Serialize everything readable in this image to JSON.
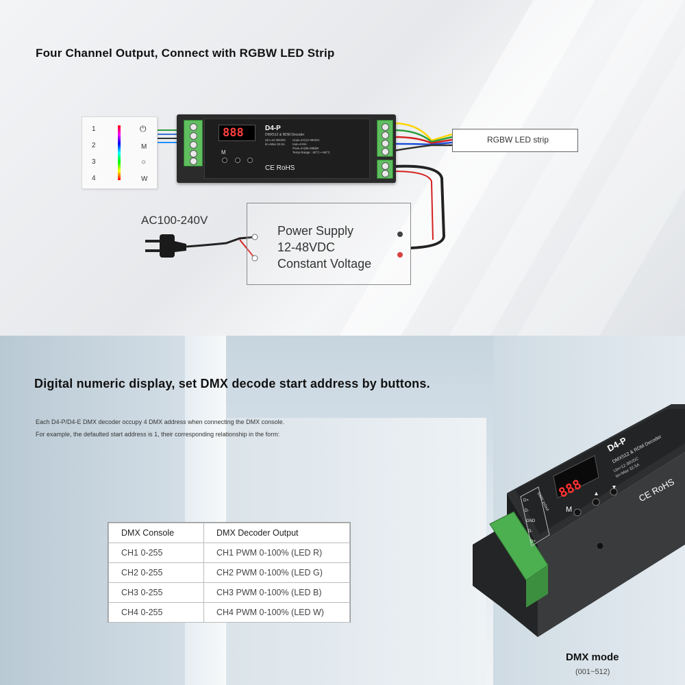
{
  "top": {
    "heading": "Four Channel Output,  Connect with RGBW LED Strip",
    "touch_panel": {
      "labels": [
        "1",
        "2",
        "3",
        "4"
      ],
      "right_labels": [
        "M",
        "W"
      ]
    },
    "decoder": {
      "model": "D4-P",
      "subtitle": "DMX512 & RDM Decoder",
      "specs_left": [
        "Uin=12-36VDC",
        "Iin=Max 32.5A"
      ],
      "specs_right": [
        "Uout=4×(12-36VDC",
        "Iout=4×8A",
        "Pout=4×(96-288)W",
        "Temp Range: -30°C~+55°C"
      ],
      "display": "888",
      "m_label": "M",
      "cert": "CE RoHS"
    },
    "strip_label": "RGBW LED strip",
    "ac_label": "AC100-240V",
    "power_supply": [
      "Power Supply",
      "12-48VDC",
      "Constant Voltage"
    ]
  },
  "bottom": {
    "heading": "Digital numeric display, set DMX decode start address by buttons.",
    "note_lines": [
      "Each D4-P/D4-E DMX decoder occupy 4 DMX address when connecting the DMX console.",
      "For example, the defaulted start address is 1, their corresponding relationship in the form:"
    ],
    "table": {
      "headers": [
        "DMX Console",
        "DMX Decoder Output"
      ],
      "rows": [
        [
          "CH1 0-255",
          "CH1 PWM 0-100% (LED R)"
        ],
        [
          "CH2 0-255",
          "CH2 PWM 0-100% (LED G)"
        ],
        [
          "CH3 0-255",
          "CH3 PWM 0-100% (LED B)"
        ],
        [
          "CH4 0-255",
          "CH4 PWM 0-100% (LED W)"
        ]
      ]
    },
    "product": {
      "model": "D4-P",
      "subtitle": "DMX512 & RDM Decoder",
      "specs": [
        "Uin=12-36VDC",
        "Iin=Max 32.5A"
      ],
      "display": "888",
      "m_label": "M",
      "cert": "CE RoHS",
      "port_labels": [
        "D+",
        "D-",
        "GND",
        "D-",
        "D+"
      ],
      "side_label": "DMX in/out"
    },
    "mode_label": "DMX mode",
    "mode_range": "(001~512)"
  }
}
